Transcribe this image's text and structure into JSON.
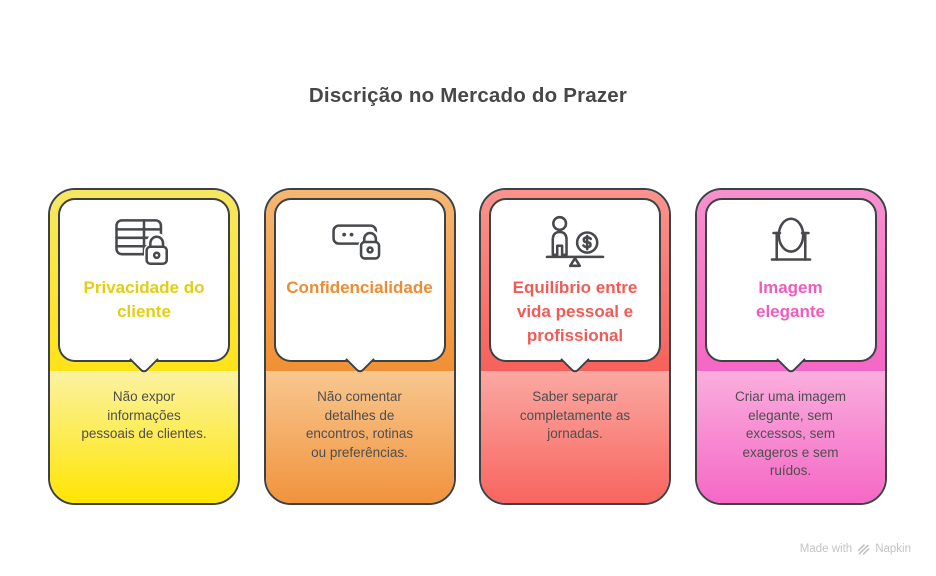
{
  "page": {
    "title": "Discrição no Mercado do Prazer"
  },
  "footer": {
    "made_with": "Made with",
    "brand": "Napkin",
    "logo_icon": "napkin-logo-icon",
    "text_color": "#c3c3c3"
  },
  "cards": [
    {
      "icon": "table-lock-icon",
      "title": "Privacidade do\ncliente",
      "description": "Não expor\ninformações\npessoais de clientes.",
      "colors": {
        "title": "#e4cd15",
        "top_from": "#f6e763",
        "top_to": "#ffe318",
        "bottom_from": "#fbf2a2",
        "bottom_to": "#ffe502",
        "border": "#3e4144"
      }
    },
    {
      "icon": "password-lock-icon",
      "title": "Confidencialidade",
      "description": "Não comentar\ndetalhes de\nencontros, rotinas\nou preferências.",
      "colors": {
        "title": "#ee8c35",
        "top_from": "#f5b772",
        "top_to": "#f19034",
        "bottom_from": "#f8c78f",
        "bottom_to": "#f1933d",
        "border": "#3e4144"
      }
    },
    {
      "icon": "balance-person-money-icon",
      "title": "Equilíbrio entre\nvida pessoal e\nprofissional",
      "description": "Saber separar\ncompletamente as\njornadas.",
      "colors": {
        "title": "#f25b55",
        "top_from": "#fa938d",
        "top_to": "#f7615b",
        "bottom_from": "#fba8a2",
        "bottom_to": "#f8655f",
        "border": "#3e4144"
      }
    },
    {
      "icon": "mirror-icon",
      "title": "Imagem\nelegante",
      "description": "Criar uma imagem\nelegante, sem\nexcessos, sem\nexageros e sem\nruídos.",
      "colors": {
        "title": "#ef5cbc",
        "top_from": "#f890cf",
        "top_to": "#f567c5",
        "bottom_from": "#faaede",
        "bottom_to": "#f568c5",
        "border": "#3e4144"
      }
    }
  ]
}
